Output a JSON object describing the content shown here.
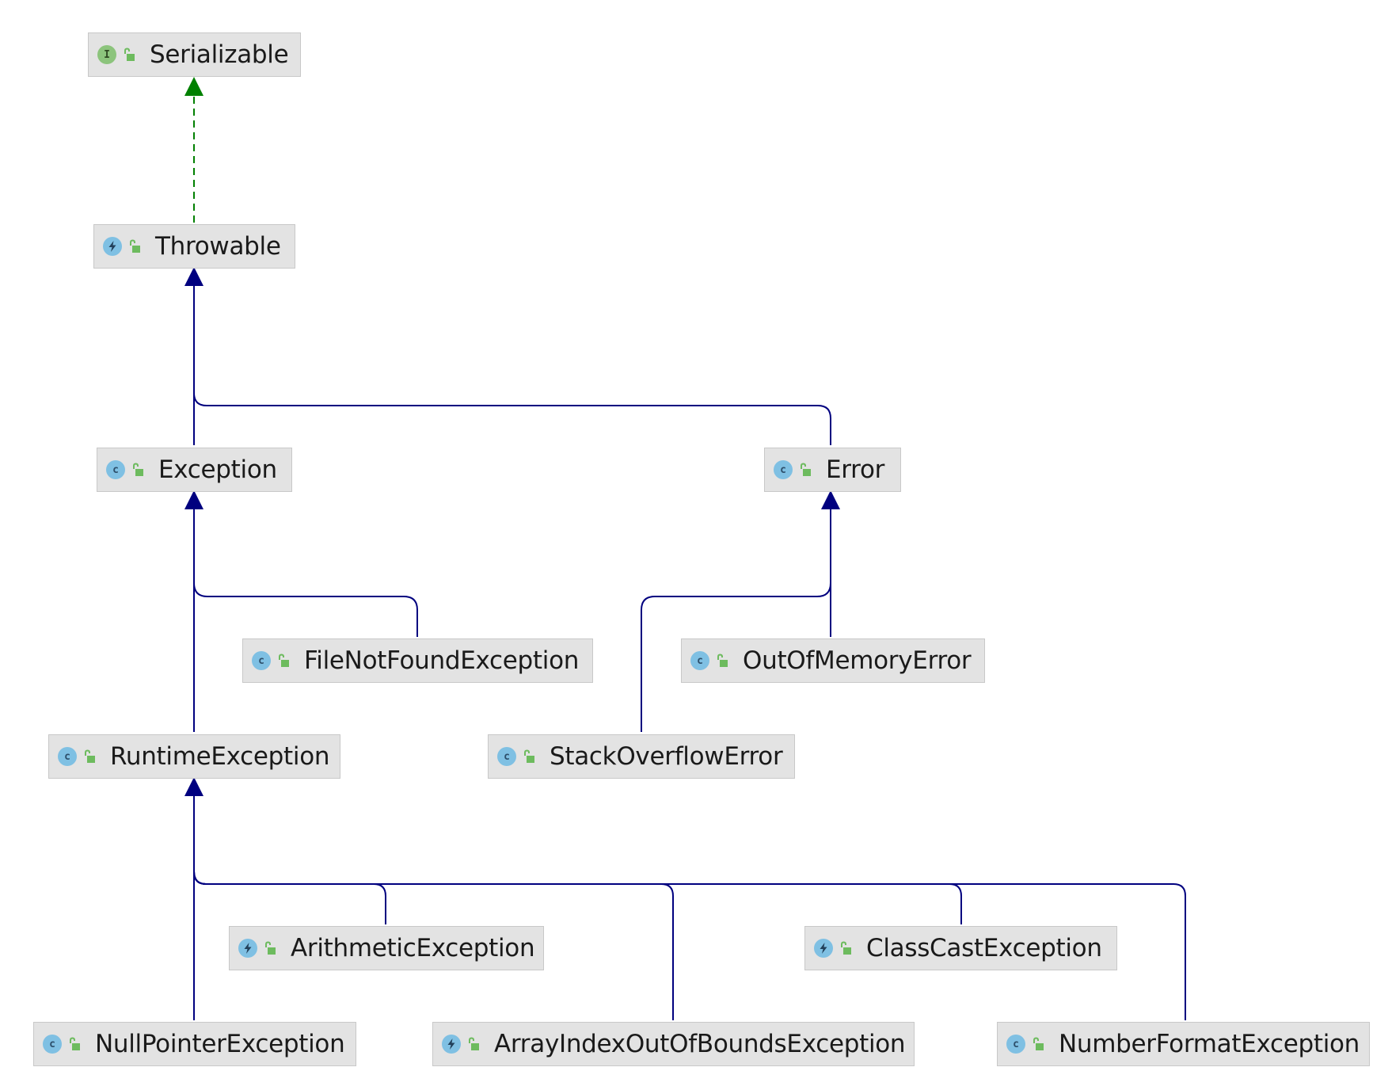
{
  "colors": {
    "extends_edge": "#00007f",
    "implements_edge": "#008000",
    "node_bg": "#e3e3e3",
    "class_icon": "#7fc0e3",
    "interface_icon": "#8cc47c",
    "lock_icon": "#6dbb5e"
  },
  "nodes": {
    "serializable": {
      "label": "Serializable",
      "icon": "interface-icon",
      "icon_letter": "I"
    },
    "throwable": {
      "label": "Throwable",
      "icon": "throwable-icon"
    },
    "exception": {
      "label": "Exception",
      "icon": "class-icon",
      "icon_letter": "c"
    },
    "error": {
      "label": "Error",
      "icon": "class-icon",
      "icon_letter": "c"
    },
    "filenotfound": {
      "label": "FileNotFoundException",
      "icon": "class-icon",
      "icon_letter": "c"
    },
    "outofmemory": {
      "label": "OutOfMemoryError",
      "icon": "class-icon",
      "icon_letter": "c"
    },
    "runtime": {
      "label": "RuntimeException",
      "icon": "class-icon",
      "icon_letter": "c"
    },
    "stackoverflow": {
      "label": "StackOverflowError",
      "icon": "class-icon",
      "icon_letter": "c"
    },
    "arithmetic": {
      "label": "ArithmeticException",
      "icon": "throwable-icon"
    },
    "classcast": {
      "label": "ClassCastException",
      "icon": "throwable-icon"
    },
    "nullpointer": {
      "label": "NullPointerException",
      "icon": "class-icon",
      "icon_letter": "c"
    },
    "arrayindex": {
      "label": "ArrayIndexOutOfBoundsException",
      "icon": "throwable-icon"
    },
    "numberformat": {
      "label": "NumberFormatException",
      "icon": "class-icon",
      "icon_letter": "c"
    }
  },
  "edges": [
    {
      "from": "throwable",
      "to": "serializable",
      "relation": "implements"
    },
    {
      "from": "exception",
      "to": "throwable",
      "relation": "extends"
    },
    {
      "from": "error",
      "to": "throwable",
      "relation": "extends"
    },
    {
      "from": "filenotfound",
      "to": "exception",
      "relation": "extends"
    },
    {
      "from": "runtime",
      "to": "exception",
      "relation": "extends"
    },
    {
      "from": "outofmemory",
      "to": "error",
      "relation": "extends"
    },
    {
      "from": "stackoverflow",
      "to": "error",
      "relation": "extends"
    },
    {
      "from": "arithmetic",
      "to": "runtime",
      "relation": "extends"
    },
    {
      "from": "classcast",
      "to": "runtime",
      "relation": "extends"
    },
    {
      "from": "nullpointer",
      "to": "runtime",
      "relation": "extends"
    },
    {
      "from": "arrayindex",
      "to": "runtime",
      "relation": "extends"
    },
    {
      "from": "numberformat",
      "to": "runtime",
      "relation": "extends"
    }
  ]
}
